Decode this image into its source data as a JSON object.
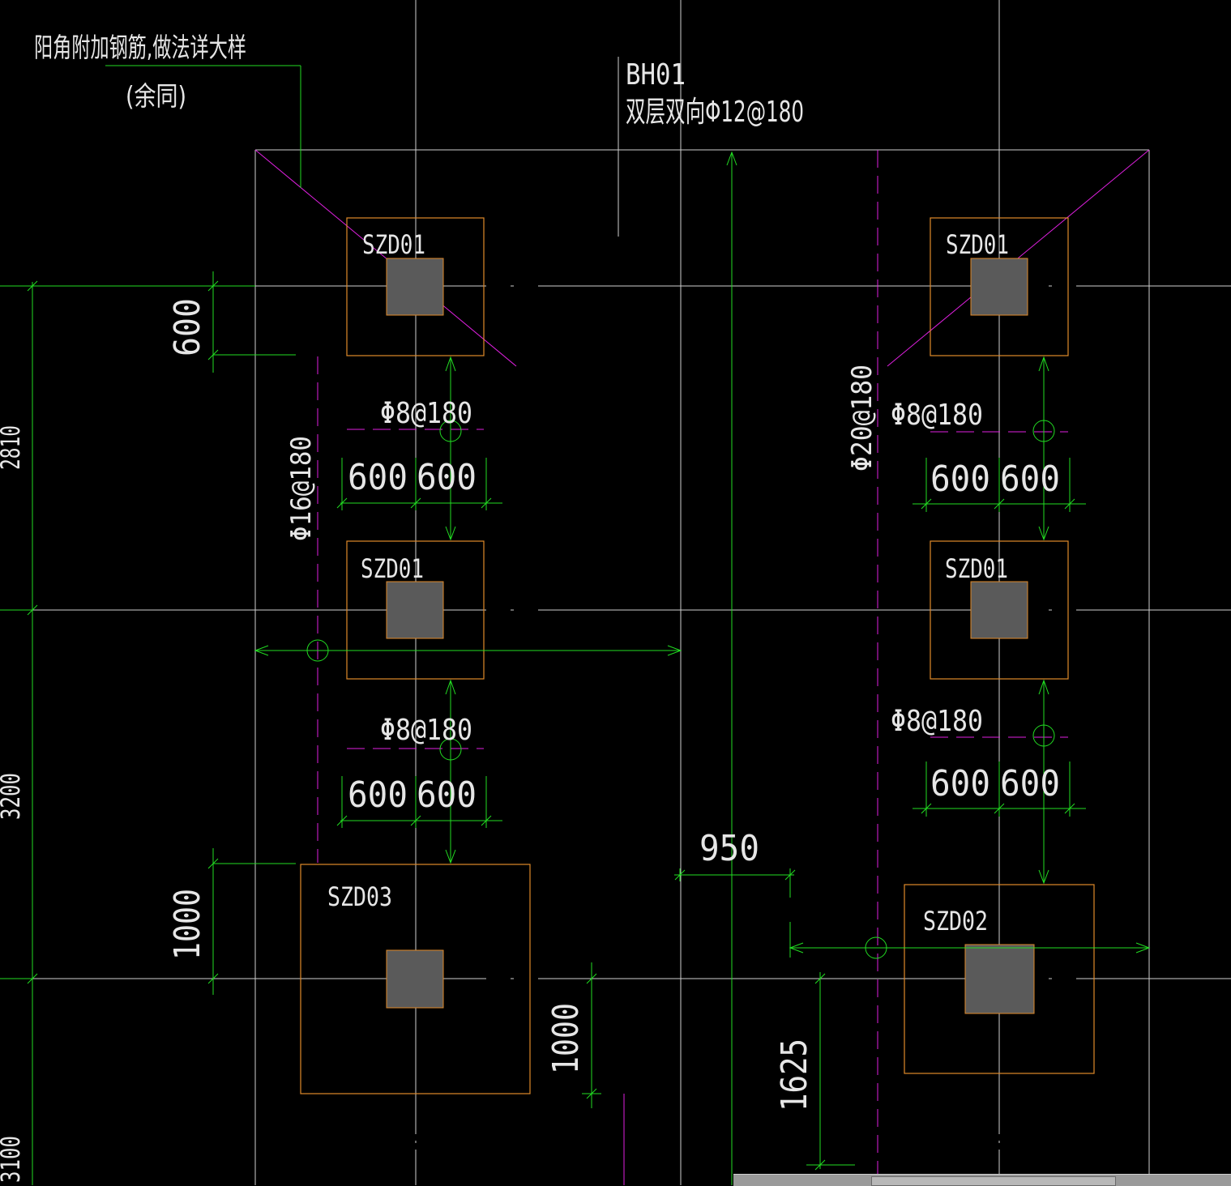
{
  "annotations": {
    "corner_note_line1": "阳角附加钢筋,做法详大样",
    "corner_note_line2": "(余同)",
    "slab_name": "BH01",
    "slab_rebar": "双层双向Φ12@180"
  },
  "caps": {
    "szd01_a": "SZD01",
    "szd01_b": "SZD01",
    "szd01_c": "SZD01",
    "szd01_d": "SZD01",
    "szd03": "SZD03",
    "szd02": "SZD02"
  },
  "rebar": {
    "left_vertical": "Φ16@180",
    "right_vertical": "Φ20@180",
    "left_upper": "Φ8@180",
    "left_lower": "Φ8@180",
    "right_upper": "Φ8@180",
    "right_lower": "Φ8@180"
  },
  "dims": {
    "d600_left": "600",
    "left_upper_a": "600",
    "left_upper_b": "600",
    "left_lower_a": "600",
    "left_lower_b": "600",
    "right_upper_a": "600",
    "right_upper_b": "600",
    "right_lower_a": "600",
    "right_lower_b": "600",
    "d1000_left": "1000",
    "d1000_mid": "1000",
    "d950": "950",
    "d1625": "1625",
    "edge_2810": "2810",
    "edge_3200": "3200",
    "edge_3100": "3100"
  },
  "colors": {
    "background": "#000000",
    "outline": "#cfcfcf",
    "dimension": "#22dd22",
    "rebar_line": "#e020e0",
    "cap_outline": "#e08a2a",
    "column_fill": "#5a5a5a"
  }
}
